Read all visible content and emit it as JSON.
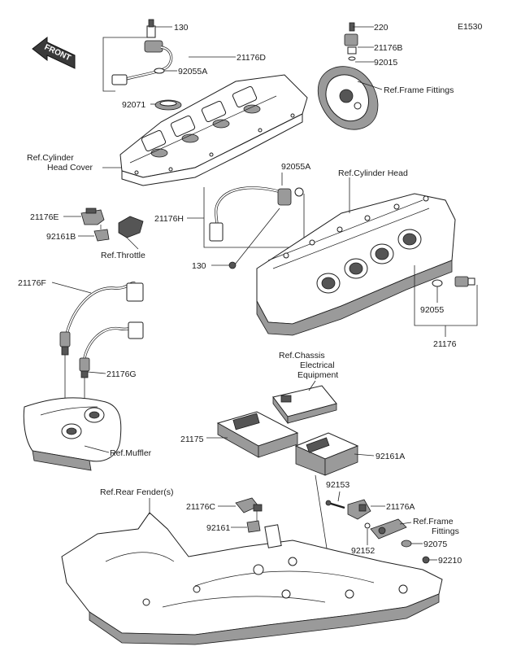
{
  "diagram_code": "E1530",
  "front_label": "FRONT",
  "labels": {
    "p130_top": "130",
    "p220": "220",
    "p21176D": "21176D",
    "p21176B": "21176B",
    "p92015": "92015",
    "p92055A_top": "92055A",
    "ref_frame_fittings_top": "Ref.Frame Fittings",
    "p92071": "92071",
    "ref_cyl_head_cover_1": "Ref.Cylinder",
    "ref_cyl_head_cover_2": "Head Cover",
    "p92055A_mid": "92055A",
    "ref_cylinder_head": "Ref.Cylinder Head",
    "p21176E": "21176E",
    "p92161B": "92161B",
    "p21176H": "21176H",
    "ref_throttle": "Ref.Throttle",
    "p130_mid": "130",
    "p92055": "92055",
    "p21176": "21176",
    "p21176F": "21176F",
    "p21176G": "21176G",
    "ref_chassis_1": "Ref.Chassis",
    "ref_chassis_2": "Electrical",
    "ref_chassis_3": "Equipment",
    "p21175": "21175",
    "p92161A": "92161A",
    "ref_muffler": "Ref.Muffler",
    "p92153": "92153",
    "p21176A": "21176A",
    "ref_rear_fender": "Ref.Rear Fender(s)",
    "p21176C": "21176C",
    "ref_frame_fittings_bot_1": "Ref.Frame",
    "ref_frame_fittings_bot_2": "Fittings",
    "p92161": "92161",
    "p92075": "92075",
    "p92152": "92152",
    "p92210": "92210"
  }
}
